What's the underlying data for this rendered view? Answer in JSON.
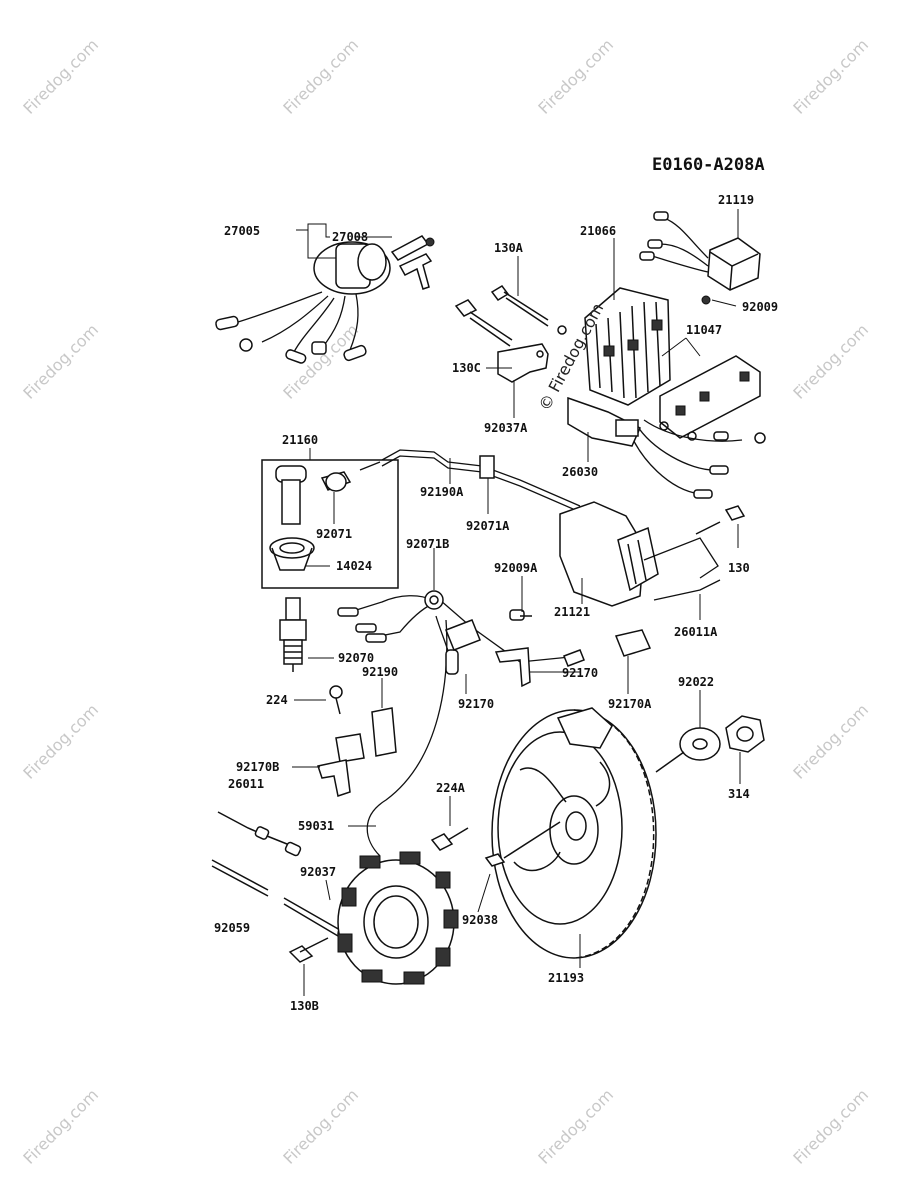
{
  "diagram": {
    "code": "E0160-A208A",
    "watermark": "Firedog.com",
    "center_watermark": "© Firedog.com",
    "parts": {
      "p27008": "27008",
      "p27005": "27005",
      "p130A": "130A",
      "p21066": "21066",
      "p21119": "21119",
      "p92009": "92009",
      "p11047": "11047",
      "p130C": "130C",
      "p92037A": "92037A",
      "p26030": "26030",
      "p21160": "21160",
      "p92071": "92071",
      "p14024": "14024",
      "p92190A": "92190A",
      "p92071A": "92071A",
      "p92071B": "92071B",
      "p92009A": "92009A",
      "p21121": "21121",
      "p130": "130",
      "p26011A": "26011A",
      "p92070": "92070",
      "p92190": "92190",
      "p224": "224",
      "p92170": "92170",
      "p92170b": "92170",
      "p92170A": "92170A",
      "p92022": "92022",
      "p92170B": "92170B",
      "p26011": "26011",
      "p314": "314",
      "p224A": "224A",
      "p59031": "59031",
      "p92037": "92037",
      "p92038": "92038",
      "p92059": "92059",
      "p21193": "21193",
      "p130B": "130B"
    }
  }
}
